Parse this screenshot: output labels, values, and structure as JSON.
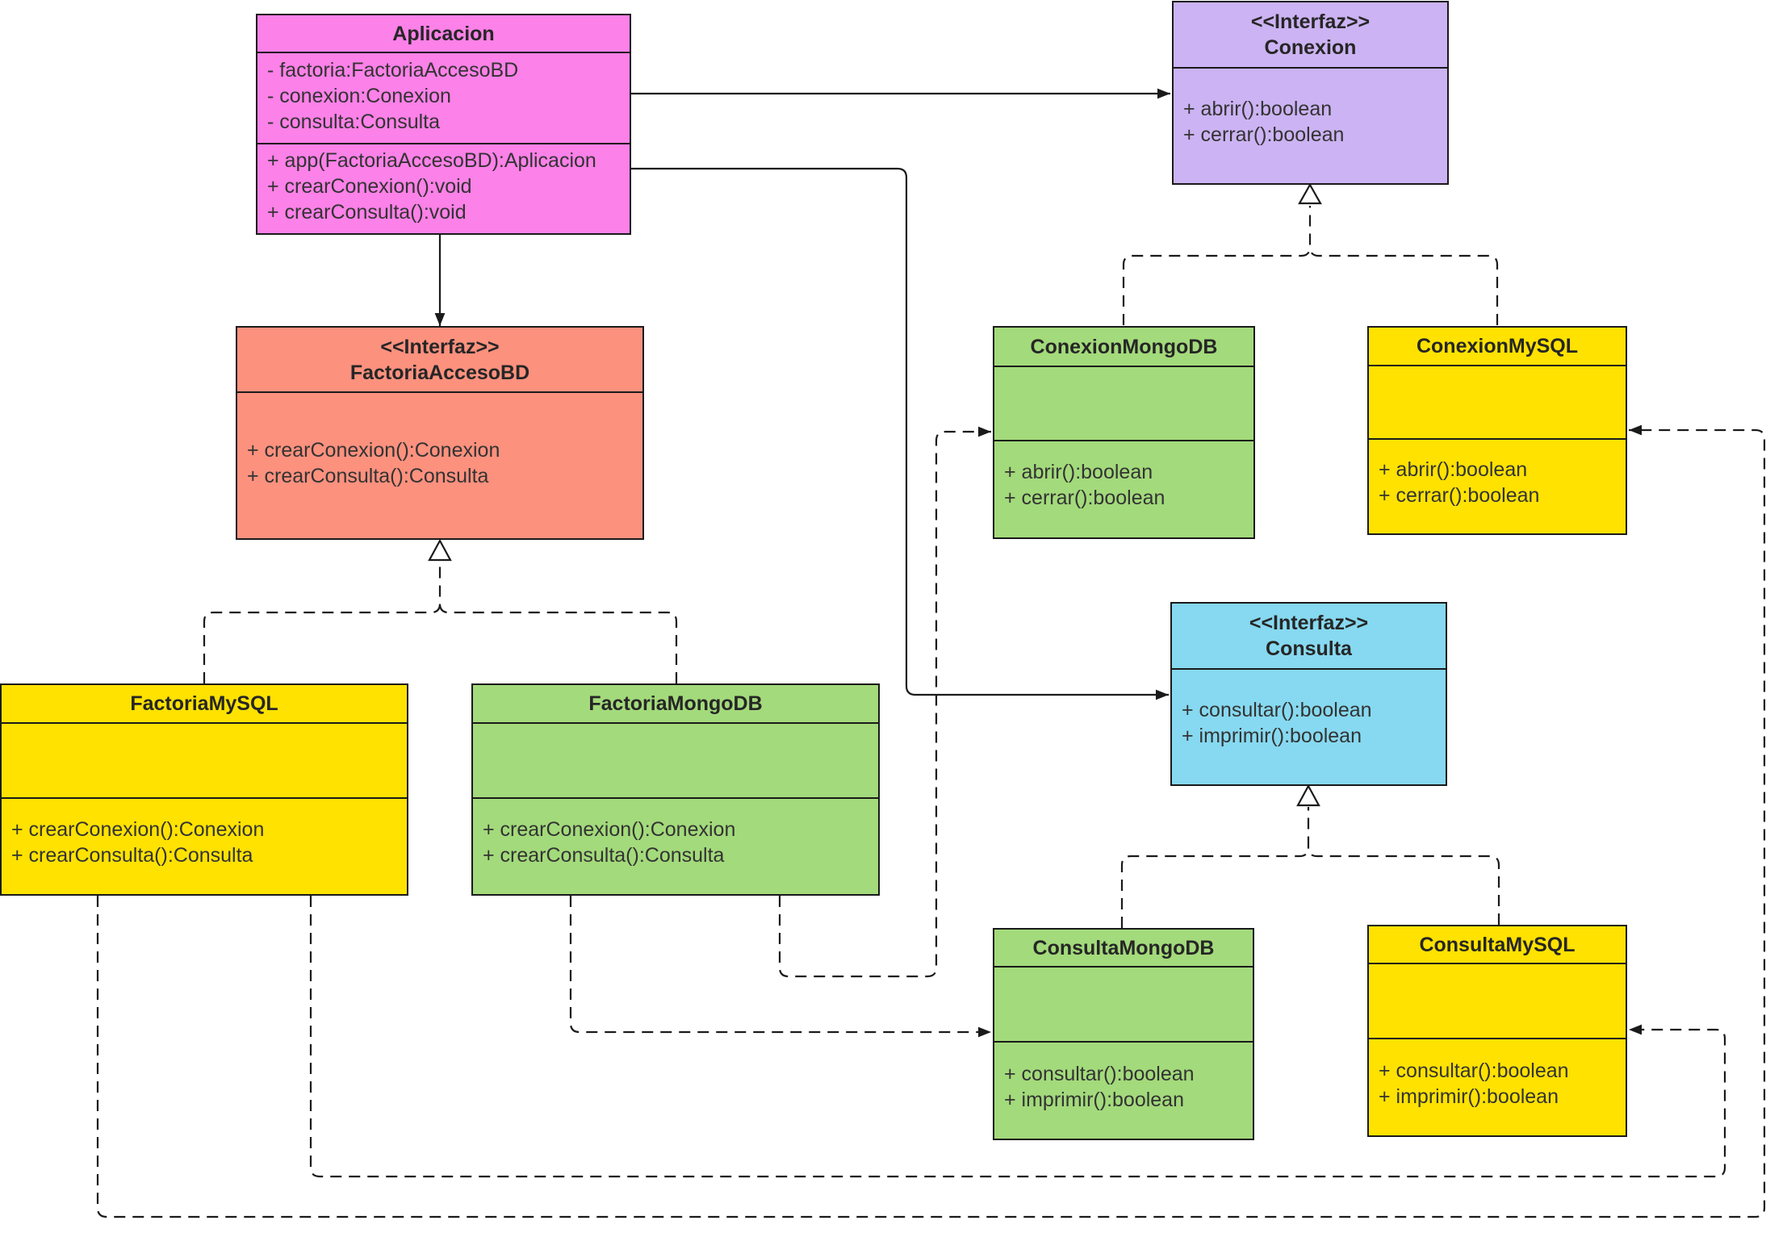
{
  "colors": {
    "pink": "#FC81E8",
    "purple": "#CCB3F3",
    "salmon": "#FC917E",
    "green": "#A3DA7B",
    "yellow": "#FFE200",
    "blue": "#86D9F0",
    "line": "#1A1A1A"
  },
  "classes": {
    "aplicacion": {
      "name": "Aplicacion",
      "attributes": [
        "- factoria:FactoriaAccesoBD",
        "- conexion:Conexion",
        "- consulta:Consulta"
      ],
      "methods": [
        "+ app(FactoriaAccesoBD):Aplicacion",
        "+ crearConexion():void",
        "+ crearConsulta():void"
      ]
    },
    "conexion": {
      "stereotype": "<<Interfaz>>",
      "name": "Conexion",
      "methods": [
        "+ abrir():boolean",
        "+ cerrar():boolean"
      ]
    },
    "factoria": {
      "stereotype": "<<Interfaz>>",
      "name": "FactoriaAccesoBD",
      "methods": [
        "+ crearConexion():Conexion",
        "+ crearConsulta():Consulta"
      ]
    },
    "conexion_mongo": {
      "name": "ConexionMongoDB",
      "methods": [
        "+ abrir():boolean",
        "+ cerrar():boolean"
      ]
    },
    "conexion_mysql": {
      "name": "ConexionMySQL",
      "methods": [
        "+ abrir():boolean",
        "+ cerrar():boolean"
      ]
    },
    "consulta": {
      "stereotype": "<<Interfaz>>",
      "name": "Consulta",
      "methods": [
        "+ consultar():boolean",
        "+ imprimir():boolean"
      ]
    },
    "factoria_mysql": {
      "name": "FactoriaMySQL",
      "methods": [
        "+ crearConexion():Conexion",
        "+ crearConsulta():Consulta"
      ]
    },
    "factoria_mongo": {
      "name": "FactoriaMongoDB",
      "methods": [
        "+ crearConexion():Conexion",
        "+ crearConsulta():Consulta"
      ]
    },
    "consulta_mongo": {
      "name": "ConsultaMongoDB",
      "methods": [
        "+ consultar():boolean",
        "+ imprimir():boolean"
      ]
    },
    "consulta_mysql": {
      "name": "ConsultaMySQL",
      "methods": [
        "+ consultar():boolean",
        "+ imprimir():boolean"
      ]
    }
  },
  "relations": [
    {
      "from": "Aplicacion",
      "to": "Conexion",
      "kind": "association"
    },
    {
      "from": "Aplicacion",
      "to": "Consulta",
      "kind": "association"
    },
    {
      "from": "Aplicacion",
      "to": "FactoriaAccesoBD",
      "kind": "association"
    },
    {
      "from": "ConexionMongoDB",
      "to": "Conexion",
      "kind": "realization"
    },
    {
      "from": "ConexionMySQL",
      "to": "Conexion",
      "kind": "realization"
    },
    {
      "from": "FactoriaMySQL",
      "to": "FactoriaAccesoBD",
      "kind": "realization"
    },
    {
      "from": "FactoriaMongoDB",
      "to": "FactoriaAccesoBD",
      "kind": "realization"
    },
    {
      "from": "ConsultaMongoDB",
      "to": "Consulta",
      "kind": "realization"
    },
    {
      "from": "ConsultaMySQL",
      "to": "Consulta",
      "kind": "realization"
    },
    {
      "from": "FactoriaMongoDB",
      "to": "ConexionMongoDB",
      "kind": "dependency"
    },
    {
      "from": "FactoriaMongoDB",
      "to": "ConsultaMongoDB",
      "kind": "dependency"
    },
    {
      "from": "FactoriaMySQL",
      "to": "ConexionMySQL",
      "kind": "dependency"
    },
    {
      "from": "FactoriaMySQL",
      "to": "ConsultaMySQL",
      "kind": "dependency"
    }
  ]
}
